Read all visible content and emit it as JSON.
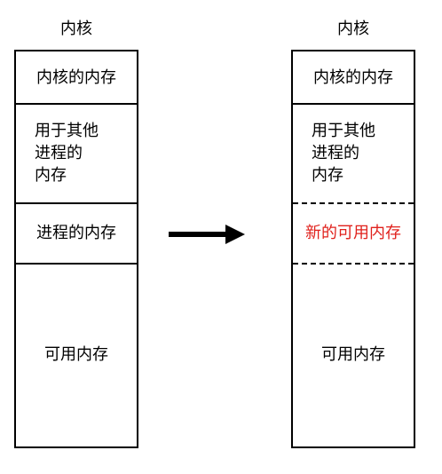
{
  "left": {
    "title": "内核",
    "segments": [
      {
        "label": "内核的内存"
      },
      {
        "lines": [
          "用于其他",
          "进程的",
          "内存"
        ]
      },
      {
        "label": "进程的内存"
      },
      {
        "label": "可用内存"
      }
    ]
  },
  "right": {
    "title": "内核",
    "segments": [
      {
        "label": "内核的内存"
      },
      {
        "lines": [
          "用于其他",
          "进程的",
          "内存"
        ]
      },
      {
        "label": "新的可用内存"
      },
      {
        "label": "可用内存"
      }
    ]
  },
  "colors": {
    "highlight": "#e0211c",
    "stroke": "#000000"
  }
}
